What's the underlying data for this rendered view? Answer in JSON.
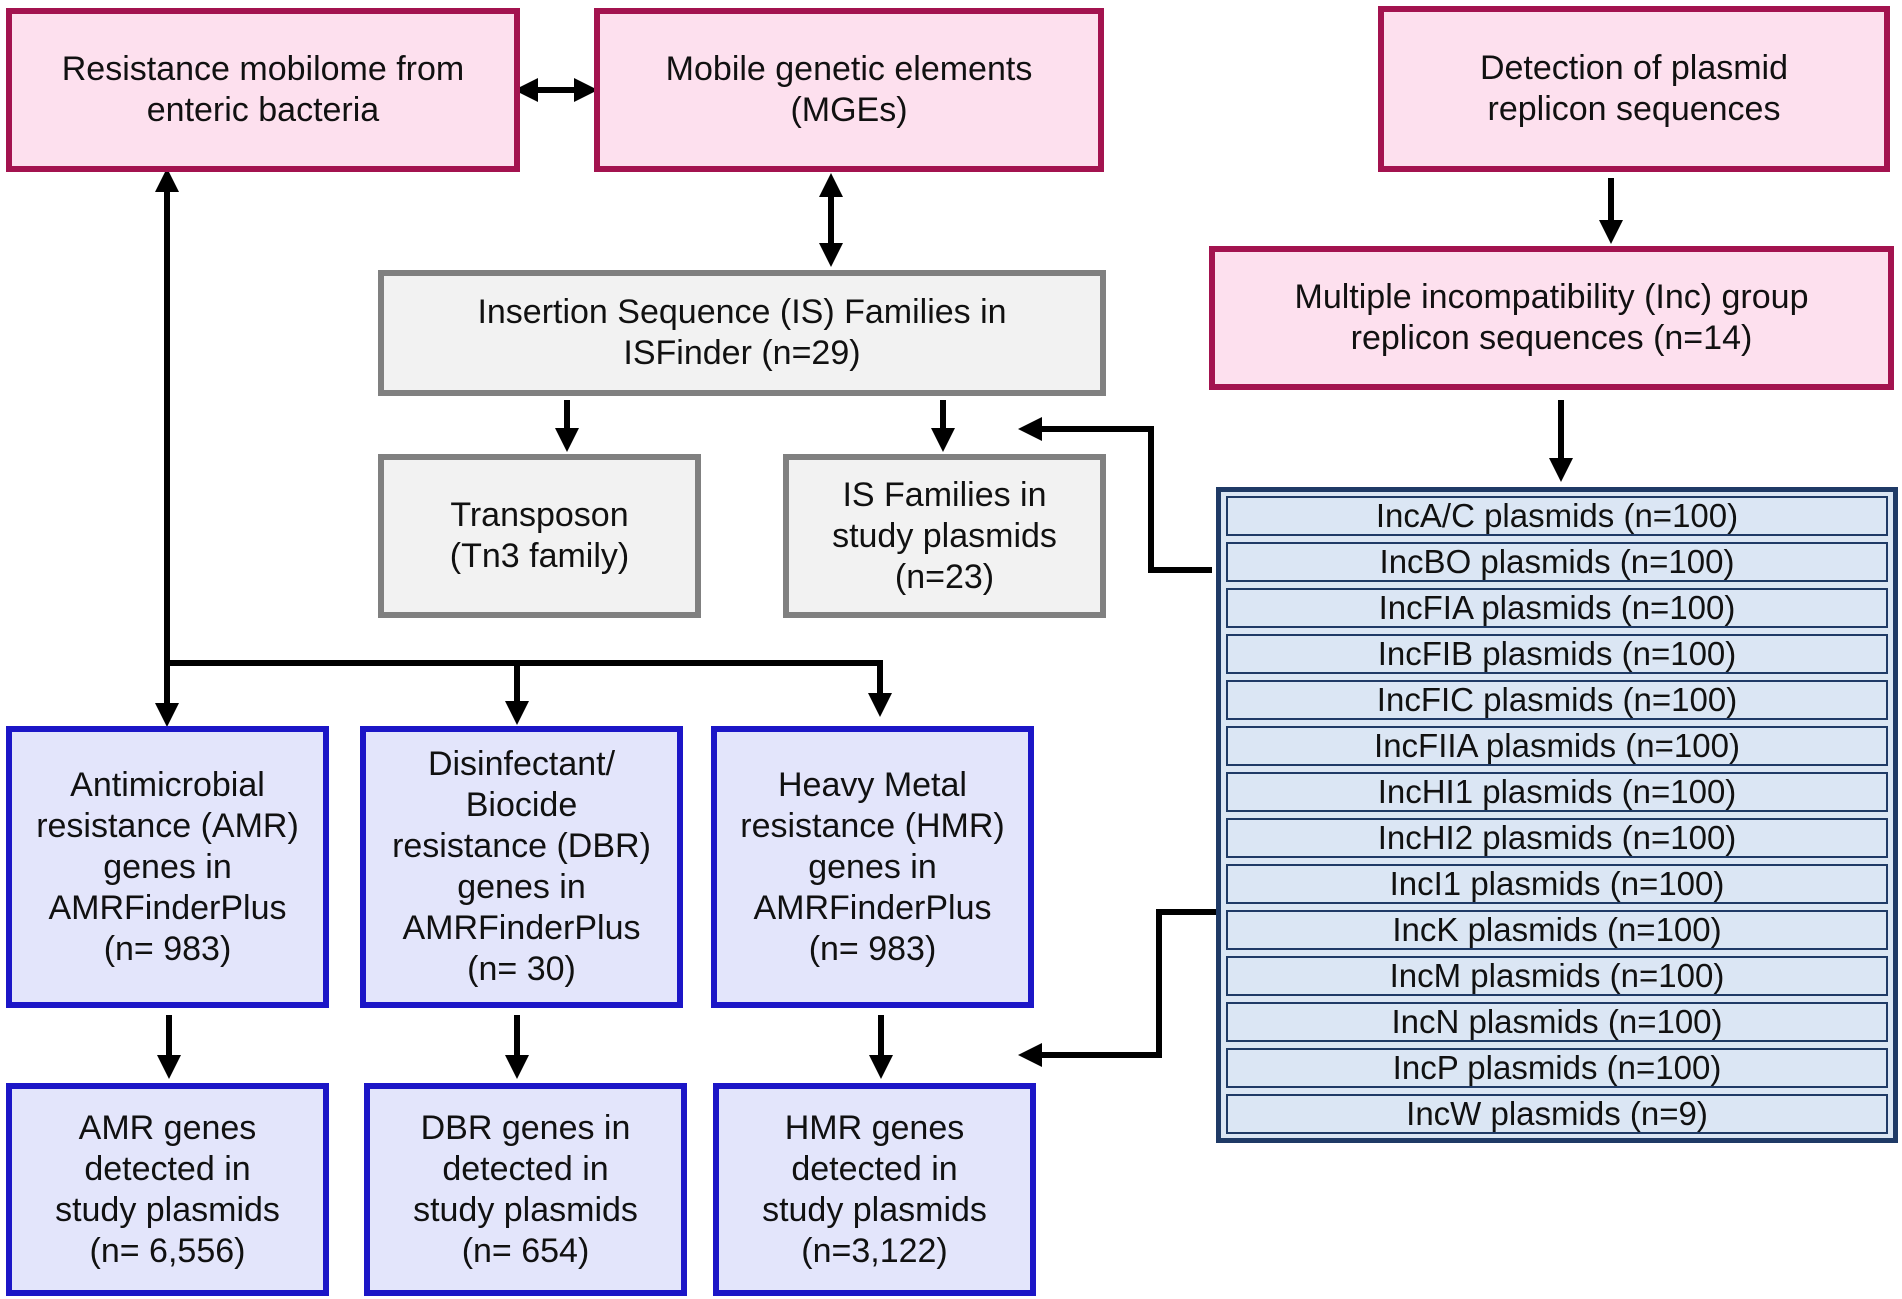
{
  "nodes": {
    "mobilome": "Resistance mobilome from\nenteric bacteria",
    "mges": "Mobile genetic elements\n(MGEs)",
    "replicon_detection": "Detection of plasmid\nreplicon sequences",
    "is_families": "Insertion Sequence (IS) Families in\nISFinder (n=29)",
    "inc_groups": "Multiple incompatibility (Inc) group\nreplicon sequences (n=14)",
    "transposon": "Transposon\n(Tn3 family)",
    "is_study": "IS Families in\nstudy plasmids\n(n=23)",
    "amr": "Antimicrobial\nresistance (AMR)\ngenes in\nAMRFinderPlus\n(n= 983)",
    "dbr": "Disinfectant/\nBiocide\nresistance (DBR)\ngenes in\nAMRFinderPlus\n(n= 30)",
    "hmr": "Heavy Metal\nresistance (HMR)\ngenes in\nAMRFinderPlus\n(n= 983)",
    "amr_detected": "AMR genes\ndetected in\nstudy plasmids\n(n= 6,556)",
    "dbr_detected": "DBR genes in\ndetected in\nstudy plasmids\n(n= 654)",
    "hmr_detected": "HMR genes\ndetected in\nstudy plasmids\n(n=3,122)"
  },
  "inc_plasmids": [
    "IncA/C plasmids (n=100)",
    "IncBO plasmids (n=100)",
    "IncFIA plasmids (n=100)",
    "IncFIB plasmids (n=100)",
    "IncFIC plasmids (n=100)",
    "IncFIIA plasmids (n=100)",
    "IncHI1 plasmids (n=100)",
    "IncHI2 plasmids (n=100)",
    "IncI1 plasmids (n=100)",
    "IncK plasmids (n=100)",
    "IncM plasmids (n=100)",
    "IncN plasmids (n=100)",
    "IncP plasmids (n=100)",
    "IncW plasmids (n=9)"
  ],
  "colors": {
    "pink_fill": "#fde0ee",
    "pink_border": "#a3134f",
    "grey_fill": "#f2f2f2",
    "grey_border": "#808080",
    "blue_fill": "#e3e5fb",
    "blue_border": "#1c16c7",
    "list_fill": "#dbe6f4",
    "list_border": "#1f3a66"
  }
}
